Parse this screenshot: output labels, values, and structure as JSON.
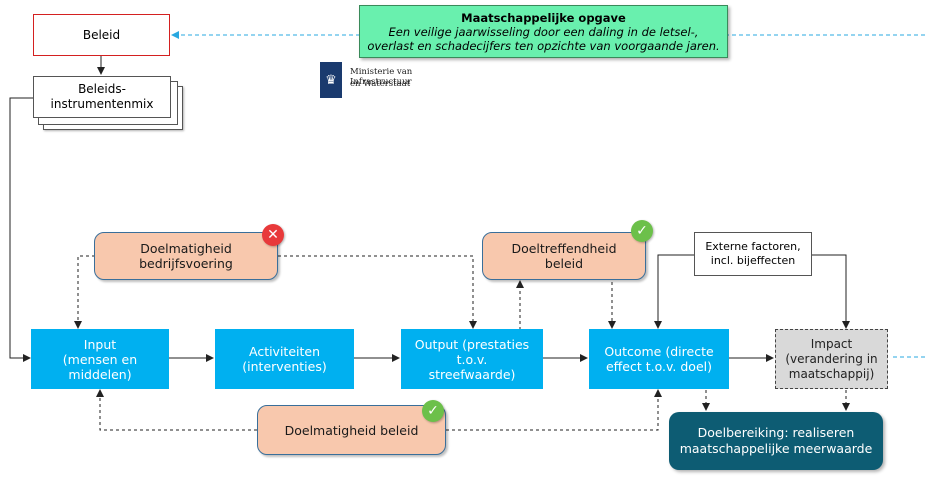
{
  "societal_task": {
    "title": "Maatschappelijke opgave",
    "text": "Een veilige jaarwisseling door een daling in de letsel-, overlast en schadecijfers ten opzichte van voorgaande jaren."
  },
  "policy": {
    "label": "Beleid"
  },
  "instruments": {
    "label": "Beleids-\ninstrumentenmix"
  },
  "ministry": {
    "line1": "Ministerie van Infrastructuur",
    "line2": "en Waterstaat"
  },
  "chain": {
    "input": "Input\n(mensen en\nmiddelen)",
    "activities": "Activiteiten\n(interventies)",
    "output": "Output (prestaties\nt.o.v.\nstreefwaarde)",
    "outcome": "Outcome (directe\neffect t.o.v. doel)",
    "impact": "Impact\n(verandering in\nmaatschappij)"
  },
  "assessments": {
    "efficiency_operations": "Doelmatigheid\nbedrijfsvoering",
    "effectiveness": "Doeltreffendheid\nbeleid",
    "efficiency_policy": "Doelmatigheid beleid"
  },
  "external_factors": "Externe factoren,\nincl. bijeffecten",
  "goal_achievement": "Doelbereiking: realiseren\nmaatschappelijke meerwaarde",
  "icons": {
    "check": "✓",
    "cross": "✕"
  },
  "colors": {
    "chain": "#00b0f0",
    "assessment": "#f8c8ad",
    "task": "#69f0ae",
    "goal": "#0d5c73",
    "cross": "#e8393a",
    "check": "#6cc04a"
  }
}
